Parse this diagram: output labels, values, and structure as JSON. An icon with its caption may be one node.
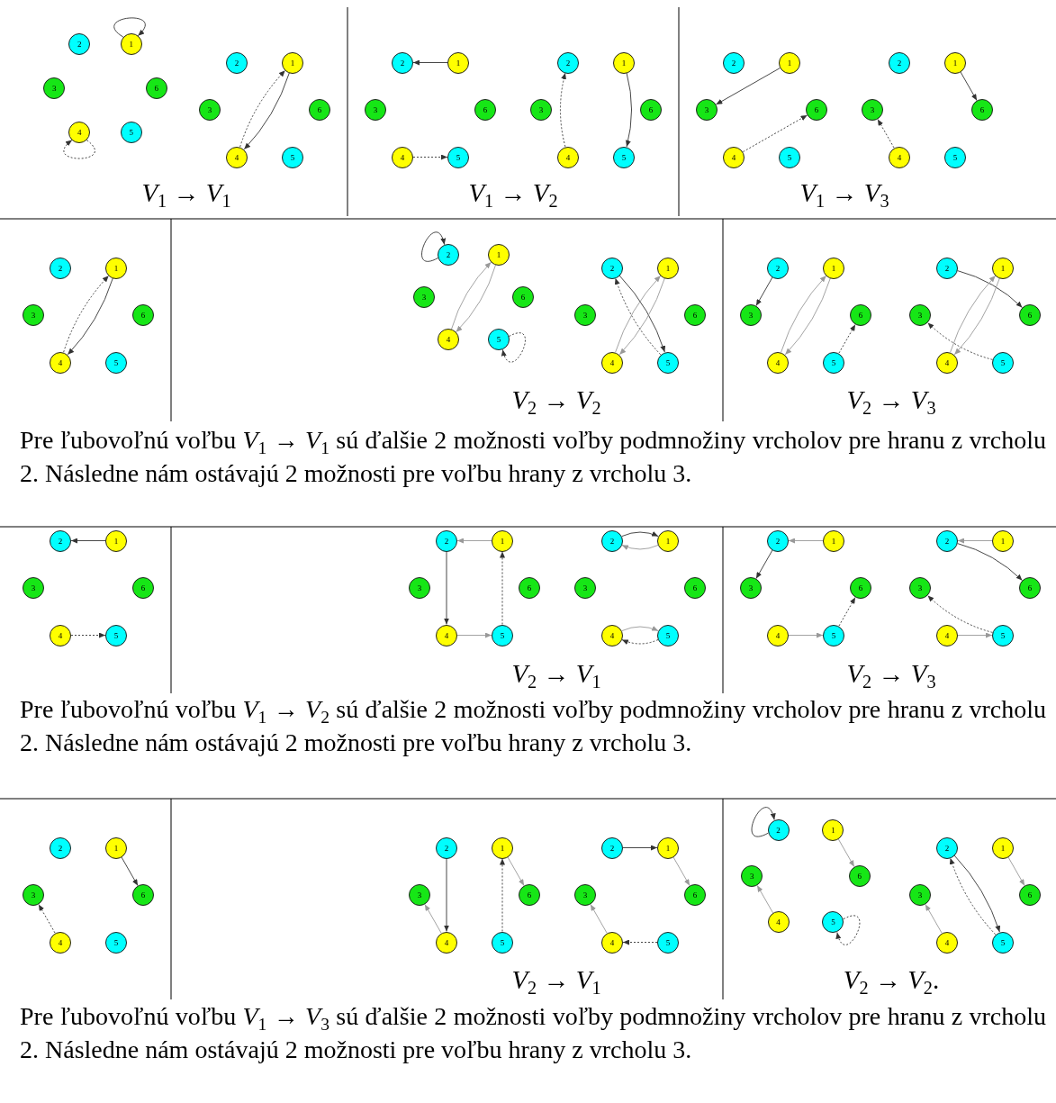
{
  "diagram": {
    "nodes": [
      {
        "text": [
          "2"
        ]
      },
      {
        "text": [
          "1"
        ]
      },
      {
        "text": [
          "3"
        ]
      },
      {
        "text": [
          "6"
        ]
      },
      {
        "text": [
          "4"
        ]
      },
      {
        "text": [
          "5"
        ]
      },
      {
        "text": [
          "2"
        ]
      },
      {
        "text": [
          "1"
        ]
      },
      {
        "text": [
          "3"
        ]
      },
      {
        "text": [
          "6"
        ]
      },
      {
        "text": [
          "4"
        ]
      },
      {
        "text": [
          "5"
        ]
      },
      {
        "text": [
          "2"
        ]
      },
      {
        "text": [
          "1"
        ]
      },
      {
        "text": [
          "3"
        ]
      },
      {
        "text": [
          "6"
        ]
      },
      {
        "text": [
          "4"
        ]
      },
      {
        "text": [
          "5"
        ]
      },
      {
        "text": [
          "2"
        ]
      },
      {
        "text": [
          "1"
        ]
      },
      {
        "text": [
          "3"
        ]
      },
      {
        "text": [
          "6"
        ]
      },
      {
        "text": [
          "4"
        ]
      },
      {
        "text": [
          "5"
        ]
      },
      {
        "text": [
          "2"
        ]
      },
      {
        "text": [
          "1"
        ]
      },
      {
        "text": [
          "3"
        ]
      },
      {
        "text": [
          "6"
        ]
      },
      {
        "text": [
          "4"
        ]
      },
      {
        "text": [
          "5"
        ]
      },
      {
        "text": [
          "2"
        ]
      },
      {
        "text": [
          "1"
        ]
      },
      {
        "text": [
          "3"
        ]
      },
      {
        "text": [
          "6"
        ]
      },
      {
        "text": [
          "4"
        ]
      },
      {
        "text": [
          "5"
        ]
      },
      {
        "text": [
          "2"
        ]
      },
      {
        "text": [
          "1"
        ]
      },
      {
        "text": [
          "3"
        ]
      },
      {
        "text": [
          "6"
        ]
      },
      {
        "text": [
          "4"
        ]
      },
      {
        "text": [
          "5"
        ]
      },
      {
        "text": [
          "2"
        ]
      },
      {
        "text": [
          "1"
        ]
      },
      {
        "text": [
          "3"
        ]
      },
      {
        "text": [
          "6"
        ]
      },
      {
        "text": [
          "4"
        ]
      },
      {
        "text": [
          "5"
        ]
      },
      {
        "text": [
          "2"
        ]
      },
      {
        "text": [
          "1"
        ]
      },
      {
        "text": [
          "3"
        ]
      },
      {
        "text": [
          "6"
        ]
      },
      {
        "text": [
          "4"
        ]
      },
      {
        "text": [
          "5"
        ]
      },
      {
        "text": [
          "2"
        ]
      },
      {
        "text": [
          "1"
        ]
      },
      {
        "text": [
          "3"
        ]
      },
      {
        "text": [
          "6"
        ]
      },
      {
        "text": [
          "4"
        ]
      },
      {
        "text": [
          "5"
        ]
      },
      {
        "text": [
          "2"
        ]
      },
      {
        "text": [
          "1"
        ]
      },
      {
        "text": [
          "3"
        ]
      },
      {
        "text": [
          "6"
        ]
      },
      {
        "text": [
          "4"
        ]
      },
      {
        "text": [
          "5"
        ]
      },
      {
        "text": [
          "2"
        ]
      },
      {
        "text": [
          "1"
        ]
      },
      {
        "text": [
          "3"
        ]
      },
      {
        "text": [
          "6"
        ]
      },
      {
        "text": [
          "4"
        ]
      },
      {
        "text": [
          "5"
        ]
      },
      {
        "text": [
          "2"
        ]
      },
      {
        "text": [
          "1"
        ]
      },
      {
        "text": [
          "3"
        ]
      },
      {
        "text": [
          "6"
        ]
      },
      {
        "text": [
          "4"
        ]
      },
      {
        "text": [
          "5"
        ]
      },
      {
        "text": [
          "2"
        ]
      },
      {
        "text": [
          "1"
        ]
      },
      {
        "text": [
          "3"
        ]
      },
      {
        "text": [
          "6"
        ]
      },
      {
        "text": [
          "4"
        ]
      },
      {
        "text": [
          "5"
        ]
      },
      {
        "text": [
          "2"
        ]
      },
      {
        "text": [
          "1"
        ]
      },
      {
        "text": [
          "3"
        ]
      },
      {
        "text": [
          "6"
        ]
      },
      {
        "text": [
          "4"
        ]
      },
      {
        "text": [
          "5"
        ]
      },
      {
        "text": [
          "2"
        ]
      },
      {
        "text": [
          "1"
        ]
      },
      {
        "text": [
          "3"
        ]
      },
      {
        "text": [
          "6"
        ]
      },
      {
        "text": [
          "4"
        ]
      },
      {
        "text": [
          "5"
        ]
      },
      {
        "text": [
          "2"
        ]
      },
      {
        "text": [
          "1"
        ]
      },
      {
        "text": [
          "3"
        ]
      },
      {
        "text": [
          "6"
        ]
      },
      {
        "text": [
          "4"
        ]
      },
      {
        "text": [
          "5"
        ]
      },
      {
        "text": [
          "2"
        ]
      },
      {
        "text": [
          "1"
        ]
      },
      {
        "text": [
          "3"
        ]
      },
      {
        "text": [
          "6"
        ]
      },
      {
        "text": [
          "4"
        ]
      },
      {
        "text": [
          "5"
        ]
      },
      {
        "text": [
          "2"
        ]
      },
      {
        "text": [
          "1"
        ]
      },
      {
        "text": [
          "3"
        ]
      },
      {
        "text": [
          "6"
        ]
      },
      {
        "text": [
          "4"
        ]
      },
      {
        "text": [
          "5"
        ]
      },
      {
        "text": [
          "2"
        ]
      },
      {
        "text": [
          "1"
        ]
      },
      {
        "text": [
          "3"
        ]
      },
      {
        "text": [
          "6"
        ]
      },
      {
        "text": [
          "4"
        ]
      },
      {
        "text": [
          "5"
        ]
      },
      {
        "text": [
          "2"
        ]
      },
      {
        "text": [
          "1"
        ]
      },
      {
        "text": [
          "3"
        ]
      },
      {
        "text": [
          "6"
        ]
      },
      {
        "text": [
          "4"
        ]
      },
      {
        "text": [
          "5"
        ]
      }
    ],
    "edges": [
      {
        "from": 1,
        "to": 1,
        "arrow": "to"
      },
      {
        "from": 4,
        "to": 4,
        "arrow": "to",
        "style": "dashed"
      },
      {
        "from": 7,
        "to": 10,
        "arrow": "to"
      },
      {
        "from": 10,
        "to": 7,
        "arrow": "to",
        "style": "dashed"
      },
      {
        "from": 13,
        "to": 12,
        "arrow": "to"
      },
      {
        "from": 16,
        "to": 17,
        "arrow": "to",
        "style": "dashed"
      },
      {
        "from": 22,
        "to": 18,
        "arrow": "to",
        "style": "dashed"
      },
      {
        "from": 19,
        "to": 23,
        "arrow": "to"
      },
      {
        "from": 25,
        "to": 26,
        "arrow": "to"
      },
      {
        "from": 28,
        "to": 27,
        "arrow": "to",
        "style": "dashed"
      },
      {
        "from": 31,
        "to": 33,
        "arrow": "to"
      },
      {
        "from": 34,
        "to": 32,
        "arrow": "to",
        "style": "dashed"
      },
      {
        "from": 37,
        "to": 40,
        "arrow": "to"
      },
      {
        "from": 40,
        "to": 37,
        "arrow": "to",
        "style": "dashed"
      },
      {
        "from": 42,
        "to": 42,
        "arrow": "to"
      },
      {
        "from": 46,
        "to": 43,
        "arrow": "to",
        "color": "#999999"
      },
      {
        "from": 43,
        "to": 46,
        "arrow": "to",
        "color": "#999999"
      },
      {
        "from": 47,
        "to": 47,
        "arrow": "to",
        "style": "dashed"
      },
      {
        "from": 48,
        "to": 53,
        "arrow": "to"
      },
      {
        "from": 53,
        "to": 48,
        "arrow": "to",
        "style": "dashed"
      },
      {
        "from": 52,
        "to": 49,
        "arrow": "to",
        "color": "#999999"
      },
      {
        "from": 49,
        "to": 52,
        "arrow": "to",
        "color": "#999999"
      },
      {
        "from": 54,
        "to": 56,
        "arrow": "to"
      },
      {
        "from": 58,
        "to": 55,
        "arrow": "to",
        "color": "#999999"
      },
      {
        "from": 55,
        "to": 58,
        "arrow": "to",
        "color": "#999999"
      },
      {
        "from": 59,
        "to": 57,
        "arrow": "to",
        "style": "dashed"
      },
      {
        "from": 60,
        "to": 63,
        "arrow": "to"
      },
      {
        "from": 65,
        "to": 62,
        "arrow": "to",
        "style": "dashed"
      },
      {
        "from": 64,
        "to": 61,
        "arrow": "to",
        "color": "#999999"
      },
      {
        "from": 61,
        "to": 64,
        "arrow": "to",
        "color": "#999999"
      },
      {
        "from": 67,
        "to": 66,
        "arrow": "to"
      },
      {
        "from": 70,
        "to": 71,
        "arrow": "to",
        "style": "dashed"
      },
      {
        "from": 73,
        "to": 72,
        "arrow": "to",
        "color": "#999999"
      },
      {
        "from": 72,
        "to": 76,
        "arrow": "to"
      },
      {
        "from": 76,
        "to": 77,
        "arrow": "to",
        "color": "#999999"
      },
      {
        "from": 77,
        "to": 73,
        "arrow": "to",
        "style": "dashed"
      },
      {
        "from": 78,
        "to": 79,
        "arrow": "to"
      },
      {
        "from": 79,
        "to": 78,
        "arrow": "to",
        "color": "#999999"
      },
      {
        "from": 82,
        "to": 83,
        "arrow": "to",
        "color": "#999999"
      },
      {
        "from": 83,
        "to": 82,
        "arrow": "to",
        "style": "dashed"
      },
      {
        "from": 85,
        "to": 84,
        "arrow": "to",
        "color": "#999999"
      },
      {
        "from": 84,
        "to": 86,
        "arrow": "to"
      },
      {
        "from": 88,
        "to": 89,
        "arrow": "to",
        "color": "#999999"
      },
      {
        "from": 89,
        "to": 87,
        "arrow": "to",
        "style": "dashed"
      },
      {
        "from": 91,
        "to": 90,
        "arrow": "to",
        "color": "#999999"
      },
      {
        "from": 90,
        "to": 93,
        "arrow": "to"
      },
      {
        "from": 94,
        "to": 95,
        "arrow": "to",
        "color": "#999999"
      },
      {
        "from": 95,
        "to": 92,
        "arrow": "to",
        "style": "dashed"
      },
      {
        "from": 97,
        "to": 99,
        "arrow": "to"
      },
      {
        "from": 100,
        "to": 98,
        "arrow": "to",
        "style": "dashed"
      },
      {
        "from": 102,
        "to": 106,
        "arrow": "to"
      },
      {
        "from": 106,
        "to": 104,
        "arrow": "to",
        "color": "#999999"
      },
      {
        "from": 107,
        "to": 103,
        "arrow": "to",
        "style": "dashed"
      },
      {
        "from": 103,
        "to": 105,
        "arrow": "to",
        "color": "#999999"
      },
      {
        "from": 108,
        "to": 109,
        "arrow": "to"
      },
      {
        "from": 109,
        "to": 111,
        "arrow": "to",
        "color": "#999999"
      },
      {
        "from": 112,
        "to": 110,
        "arrow": "to",
        "color": "#999999"
      },
      {
        "from": 113,
        "to": 112,
        "arrow": "to",
        "style": "dashed"
      },
      {
        "from": 114,
        "to": 114,
        "arrow": "to"
      },
      {
        "from": 115,
        "to": 117,
        "arrow": "to",
        "color": "#999999"
      },
      {
        "from": 118,
        "to": 116,
        "arrow": "to",
        "color": "#999999"
      },
      {
        "from": 119,
        "to": 119,
        "arrow": "to",
        "style": "dashed"
      },
      {
        "from": 120,
        "to": 125,
        "arrow": "to"
      },
      {
        "from": 125,
        "to": 120,
        "arrow": "to",
        "style": "dashed"
      },
      {
        "from": 121,
        "to": 123,
        "arrow": "to",
        "color": "#999999"
      },
      {
        "from": 124,
        "to": 122,
        "arrow": "to",
        "color": "#999999"
      }
    ],
    "labels": [
      "*V*$_{1}$ → *V*$_{1}$",
      "*V*$_{1}$ → *V*$_{2}$",
      "*V*$_{1}$ → *V*$_{3}$",
      "*V*$_{2}$ → *V*$_{2}$",
      "*V*$_{2}$ → *V*$_{3}$",
      "Pre ľubovoľnú voľbu *V*$_{1}$ → *V*$_{1}$ sú ďalšie 2 možnosti voľby podmnožiny vrcholov pre hranu z vrcholu 2. Následne nám ostávajú 2 možnosti pre voľbu hrany z vrcholu 3.",
      "*V*$_{2}$ → *V*$_{1}$",
      "*V*$_{2}$ → *V*$_{3}$",
      "Pre ľubovoľnú voľbu *V*$_{1}$ → *V*$_{2}$ sú ďalšie 2 možnosti voľby podmnožiny vrcholov pre hranu z vrcholu 2. Následne nám ostávajú 2 možnosti pre voľbu hrany z vrcholu 3.",
      "*V*$_{2}$ → *V*$_{1}$",
      "*V*$_{2}$ → *V*$_{2}$.",
      "Pre ľubovoľnú voľbu *V*$_{1}$ → *V*$_{3}$ sú ďalšie 2 možnosti voľby podmnožiny vrcholov pre hranu z vrcholu 2. Následne nám ostávajú 2 možnosti pre voľbu hrany z vrcholu 3."
    ]
  }
}
